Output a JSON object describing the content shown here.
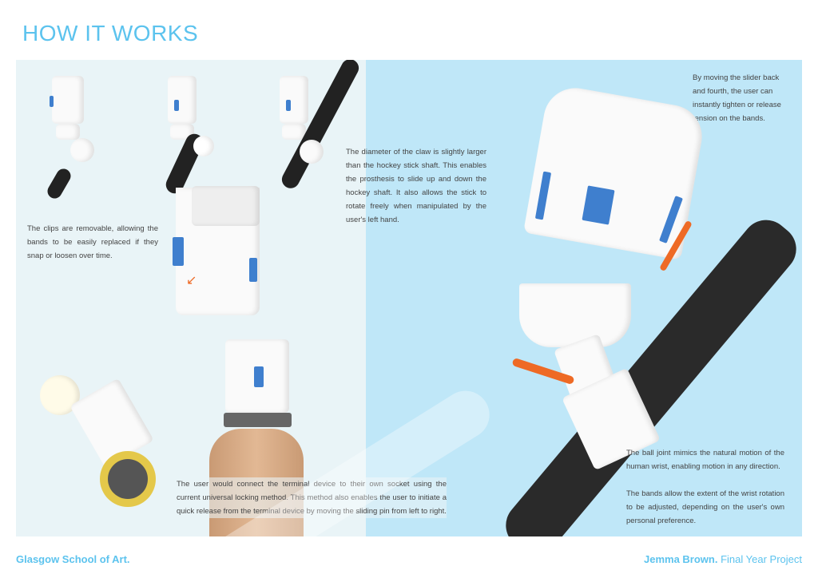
{
  "title": "HOW IT WORKS",
  "captions": {
    "clips": "The clips are removable, allowing the bands to be easily replaced if they snap or loosen over time.",
    "claw": "The diameter of the claw is slightly larger than the hockey stick shaft. This enables the prosthesis to slide up and down the hockey shaft. It also allows the stick to rotate freely when manipulated by the user's left hand.",
    "slider": "By moving the slider back and fourth, the user can instantly tighten or release tension on the bands.",
    "socket": "The user would connect the terminal device to their own socket using the current universal locking method. This method also enables the user to initiate a quick release from the terminal device by moving the sliding pin from left to right.",
    "ball_joint": "The ball joint mimics the natural motion of the human wrist, enabling motion in any direction.",
    "bands": "The bands allow the extent of the wrist rotation to be adjusted, depending on the user's own personal preference."
  },
  "footer": {
    "school": "Glasgow School of Art.",
    "author": "Jemma Brown.",
    "project": "Final Year Project"
  }
}
